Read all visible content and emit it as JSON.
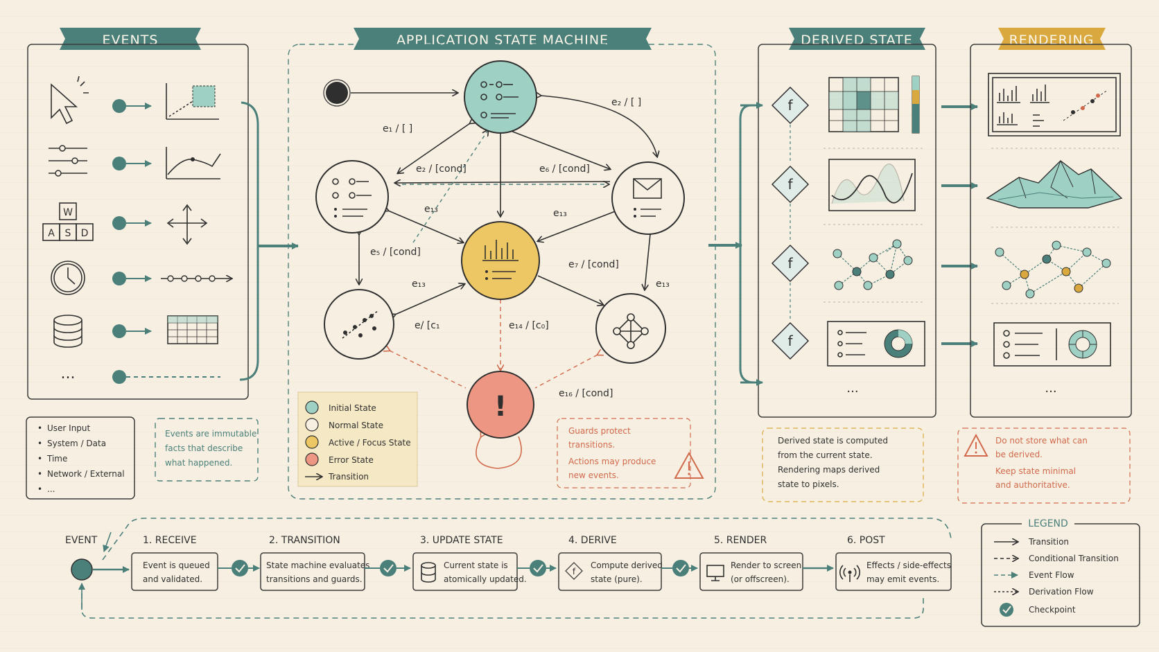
{
  "sections": {
    "events": "EVENTS",
    "state_machine": "APPLICATION STATE MACHINE",
    "derived": "DERIVED STATE",
    "rendering": "RENDERING"
  },
  "events_list": [
    "User Input",
    "System / Data",
    "Time",
    "Network / External",
    "..."
  ],
  "events_note": [
    "Events are immutable",
    "facts that describe",
    "what happened."
  ],
  "keys": [
    "W",
    "A",
    "S",
    "D"
  ],
  "ellipsis": "...",
  "transitions": {
    "t1": "e₁ / [ ]",
    "t2a": "e₂ / [ ]",
    "t2b": "e₂ / [cond]",
    "t5": "e₅ / [cond]",
    "t6": "e₆ / [cond]",
    "t7": "e₇ / [cond]",
    "t13a": "e₁₃",
    "t13b": "e₁₃",
    "t13c": "e₁₃",
    "t13d": "e₁₃",
    "t14": "e₁₄ / [c₀]",
    "t16": "e₁₆ / [cond]",
    "tx": "e/ [c₁"
  },
  "state_legend": [
    {
      "label": "Initial State",
      "color": "#9fd0c4"
    },
    {
      "label": "Normal State",
      "color": "#f7f0e2"
    },
    {
      "label": "Active / Focus State",
      "color": "#eec765"
    },
    {
      "label": "Error State",
      "color": "#ec9683"
    },
    {
      "label": "Transition",
      "color": "#2f2f2f"
    }
  ],
  "guards_note": [
    "Guards protect",
    "transitions.",
    "Actions may produce",
    "new events."
  ],
  "error_symbol": "!",
  "func_symbol": "f",
  "derived_note": [
    "Derived state is computed",
    "from the current state.",
    "Rendering maps derived",
    "state to pixels."
  ],
  "render_note": [
    "Do not store what can",
    "be derived.",
    "Keep state minimal",
    "and authoritative."
  ],
  "pipeline": {
    "start": "EVENT",
    "steps": [
      {
        "title": "1. RECEIVE",
        "desc": [
          "Event is queued",
          "and validated."
        ]
      },
      {
        "title": "2. TRANSITION",
        "desc": [
          "State machine evaluates",
          "transitions and guards."
        ]
      },
      {
        "title": "3. UPDATE STATE",
        "desc": [
          "Current state is",
          "atomically updated."
        ]
      },
      {
        "title": "4. DERIVE",
        "desc": [
          "Compute derived",
          "state (pure)."
        ]
      },
      {
        "title": "5. RENDER",
        "desc": [
          "Render to screen",
          "(or offscreen)."
        ]
      },
      {
        "title": "6. POST",
        "desc": [
          "Effects / side-effects",
          "may emit events."
        ]
      }
    ]
  },
  "legend": {
    "title": "LEGEND",
    "items": [
      "Transition",
      "Conditional Transition",
      "Event Flow",
      "Derivation Flow",
      "Checkpoint"
    ]
  },
  "colors": {
    "teal": "#4a7f7a",
    "mustard": "#d9a83f",
    "coral": "#d1694b",
    "paper": "#f7f0e2"
  }
}
